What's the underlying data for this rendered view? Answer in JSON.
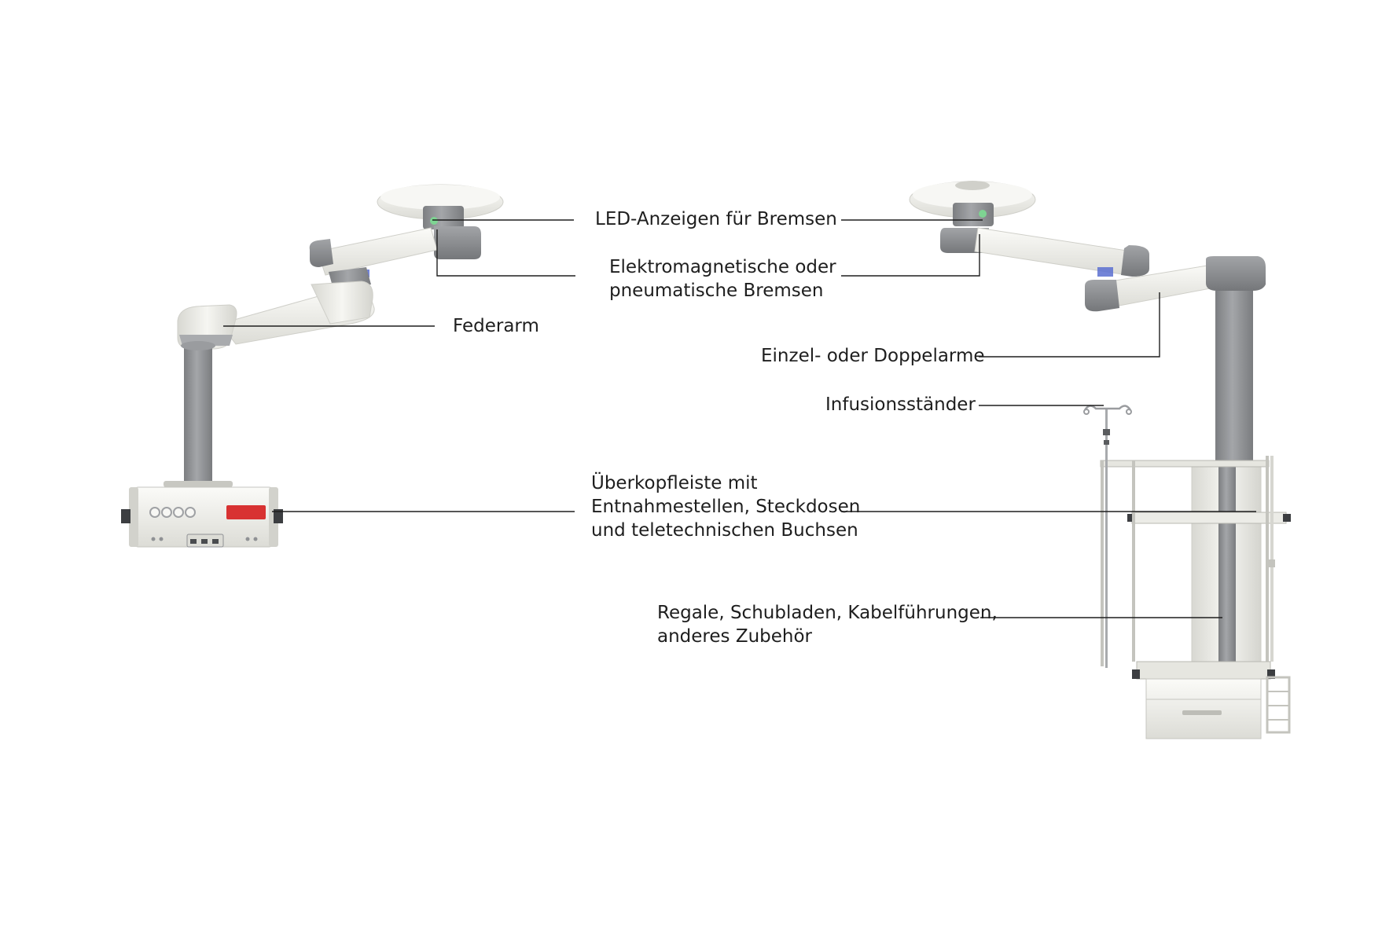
{
  "labels": {
    "led_indicators": "LED-Anzeigen für Bremsen",
    "brakes": [
      "Elektromagnetische oder",
      "pneumatische Bremsen"
    ],
    "spring_arm": "Federarm",
    "arms": "Einzel- oder Doppelarme",
    "infusion_stand": "Infusionsständer",
    "headwall": [
      "Überkopfleiste mit",
      "Entnahmestellen, Steckdosen",
      "und teletechnischen Buchsen"
    ],
    "accessories": [
      "Regale, Schubladen, Kabelführungen,",
      "anderes Zubehör"
    ]
  },
  "colors": {
    "body_white": "#efefea",
    "metal_grey": "#8f9194",
    "dark_grey": "#6e7073",
    "led_green": "#7ed492",
    "display_red": "#d83232",
    "accent_blue": "#5a6fd0",
    "leader_line": "#1e1e1e"
  },
  "icons": [
    "pendant-spring-arm",
    "pendant-double-arm-column"
  ]
}
